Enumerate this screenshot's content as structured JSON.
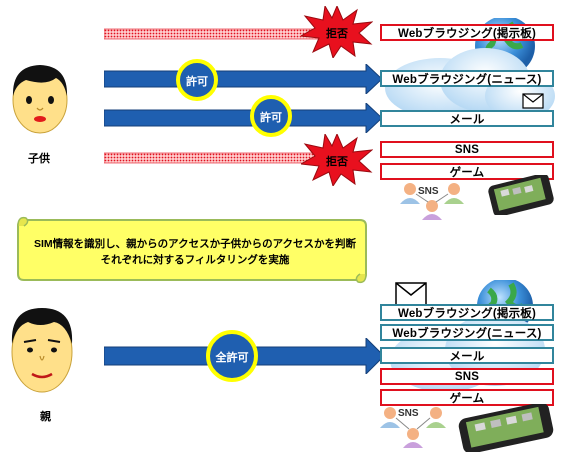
{
  "child": {
    "label": "子供",
    "services": [
      {
        "label": "Webブラウジング(掲示板)",
        "status": "deny"
      },
      {
        "label": "Webブラウジング(ニュース)",
        "status": "allow"
      },
      {
        "label": "メール",
        "status": "allow"
      },
      {
        "label": "SNS",
        "status": "deny"
      },
      {
        "label": "ゲーム",
        "status": "deny"
      }
    ],
    "allow_label": "許可",
    "deny_label": "拒否"
  },
  "note": {
    "line1": "SIM情報を識別し、親からのアクセスか子供からのアクセスかを判断",
    "line2": "それぞれに対するフィルタリングを実施"
  },
  "parent": {
    "label": "親",
    "services": [
      {
        "label": "Webブラウジング(掲示板)",
        "status": "allow"
      },
      {
        "label": "Webブラウジング(ニュース)",
        "status": "allow"
      },
      {
        "label": "メール",
        "status": "allow"
      },
      {
        "label": "SNS",
        "status": "allow"
      },
      {
        "label": "ゲーム",
        "status": "allow"
      }
    ],
    "allow_label": "全許可"
  },
  "icons": {
    "sns_label": "SNS"
  },
  "colors": {
    "allow_border": "#31859c",
    "deny_border": "#e0101e",
    "arrow_blue": "#1f5fb0",
    "badge_yellow": "#ffff00",
    "burst_red": "#e8101e",
    "scroll_yellow": "#ffff66",
    "scroll_border": "#9bbb59"
  }
}
